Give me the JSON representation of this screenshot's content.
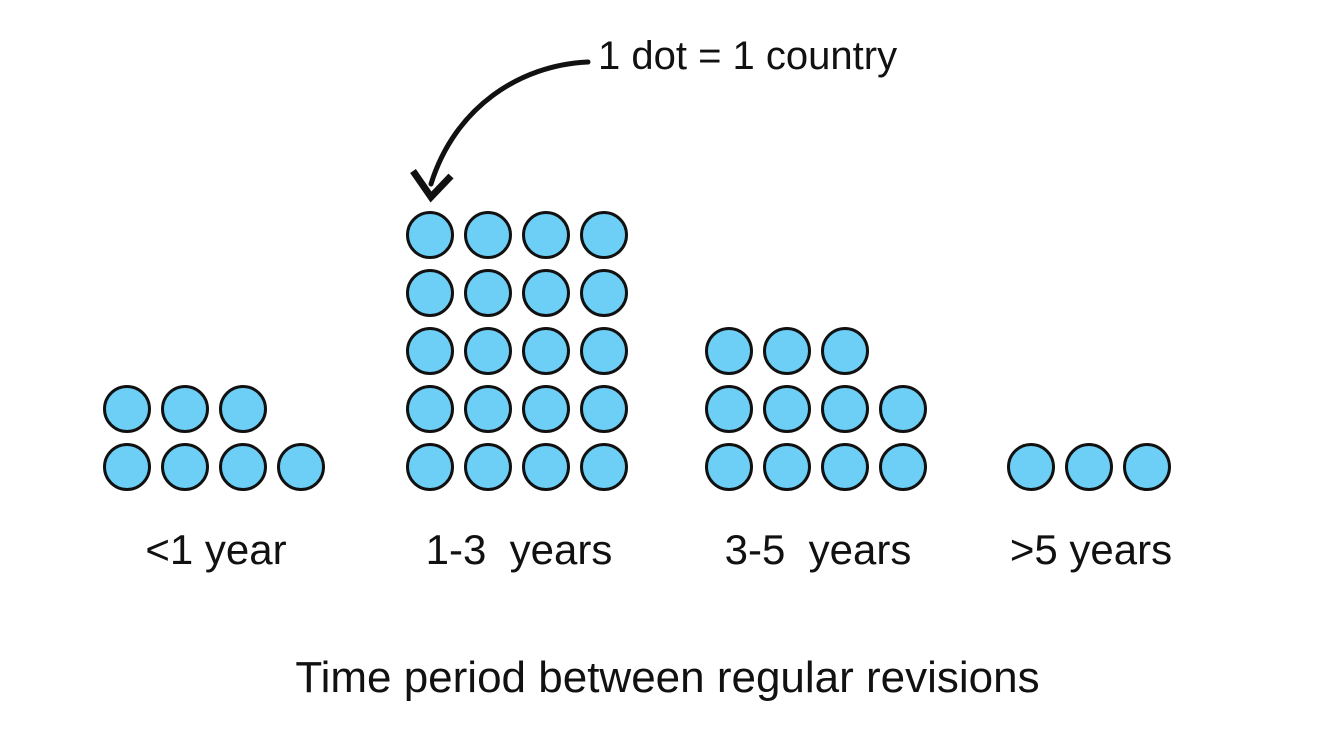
{
  "chart_data": {
    "type": "bar",
    "subtype": "dot-plot",
    "title": "",
    "xlabel": "Time period between regular revisions",
    "ylabel": "",
    "unit_note": "1 dot = 1 country",
    "dot_value": 1,
    "grid": false,
    "legend": null,
    "categories": [
      "<1 year",
      "1-3  years",
      "3-5  years",
      ">5 years"
    ],
    "values": [
      7,
      20,
      11,
      3
    ],
    "dots_per_row": 4,
    "colors": {
      "dot_fill": "#6DCFF6",
      "dot_stroke": "#111111",
      "text": "#111111",
      "background": "#ffffff"
    },
    "rows": [
      {
        "category": "<1 year",
        "count": 7,
        "row_counts": [
          3,
          4
        ]
      },
      {
        "category": "1-3  years",
        "count": 20,
        "row_counts": [
          4,
          4,
          4,
          4,
          4
        ]
      },
      {
        "category": "3-5  years",
        "count": 11,
        "row_counts": [
          3,
          4,
          4
        ]
      },
      {
        "category": ">5 years",
        "count": 3,
        "row_counts": [
          3
        ]
      }
    ],
    "annotations": [
      {
        "text": "1 dot = 1 country",
        "points_to": "1-3  years"
      }
    ]
  },
  "annotation": {
    "label": "1 dot = 1 country"
  },
  "axis": {
    "title": "Time period between regular revisions"
  },
  "groups": [
    {
      "label": "<1 year",
      "count": 7
    },
    {
      "label": "1-3  years",
      "count": 20
    },
    {
      "label": "3-5  years",
      "count": 11
    },
    {
      "label": ">5 years",
      "count": 3
    }
  ]
}
